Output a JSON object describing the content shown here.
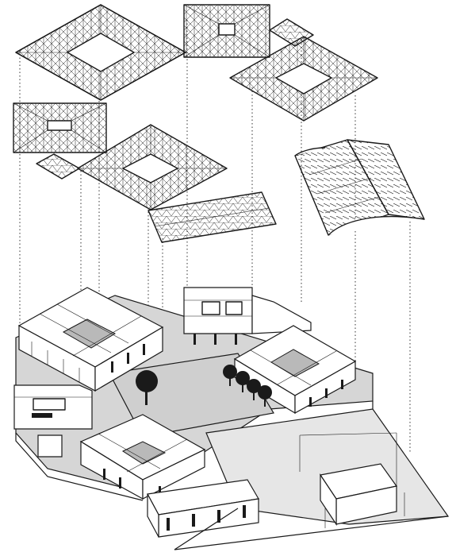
{
  "diagram": {
    "type": "exploded-axonometric",
    "colors": {
      "ink": "#1a1a1a",
      "ground": "#d6d6d6",
      "court": "#b9b9b9",
      "paper": "#ffffff"
    },
    "components": [
      "roof-ring-top-left",
      "roof-block-top-center",
      "roof-strip-small-top-right",
      "roof-ring-right",
      "roof-block-left",
      "roof-strip-small-left",
      "roof-ring-center",
      "roof-strip-long-center",
      "roof-vault-right",
      "building-complex-base"
    ]
  }
}
